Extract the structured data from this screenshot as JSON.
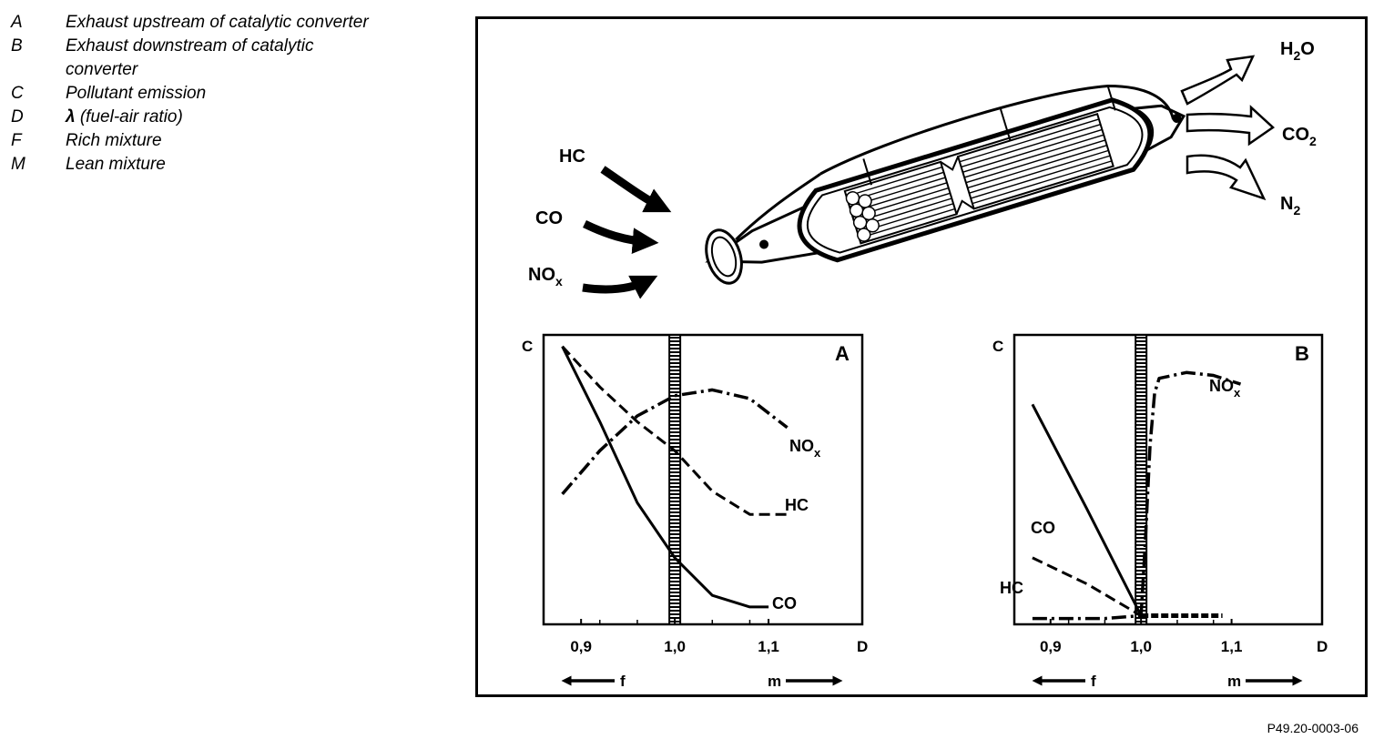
{
  "legend": [
    {
      "key": "A",
      "text": "Exhaust upstream of catalytic converter"
    },
    {
      "key": "B",
      "text": "Exhaust downstream of catalytic converter"
    },
    {
      "key": "C",
      "text": "Pollutant emission"
    },
    {
      "key": "D",
      "text": "(fuel-air ratio)",
      "symbol": "λ"
    },
    {
      "key": "F",
      "text": "Rich mixture"
    },
    {
      "key": "M",
      "text": "Lean mixture"
    }
  ],
  "converter": {
    "inputs": [
      "HC",
      "CO",
      "NOx"
    ],
    "outputs": [
      "H2O",
      "CO2",
      "N2"
    ]
  },
  "chart_data": [
    {
      "type": "line",
      "panel_label": "A",
      "ylabel": "C",
      "xlabel": "D",
      "x_ticks": [
        "0,9",
        "1,0",
        "1,1"
      ],
      "xlim": [
        0.86,
        1.2
      ],
      "ylim": [
        0,
        1
      ],
      "rich_label": "f",
      "lean_label": "m",
      "series": [
        {
          "name": "CO",
          "style": "solid",
          "x": [
            0.88,
            0.92,
            0.96,
            1.0,
            1.04,
            1.08,
            1.1
          ],
          "y": [
            0.96,
            0.7,
            0.42,
            0.23,
            0.1,
            0.06,
            0.06
          ]
        },
        {
          "name": "HC",
          "style": "dashed",
          "x": [
            0.88,
            0.92,
            0.96,
            1.0,
            1.04,
            1.08,
            1.12
          ],
          "y": [
            0.96,
            0.82,
            0.7,
            0.6,
            0.46,
            0.38,
            0.38
          ]
        },
        {
          "name": "NOx",
          "style": "dash-dot",
          "x": [
            0.88,
            0.92,
            0.96,
            1.0,
            1.04,
            1.08,
            1.12
          ],
          "y": [
            0.45,
            0.6,
            0.72,
            0.79,
            0.81,
            0.78,
            0.68
          ]
        }
      ]
    },
    {
      "type": "line",
      "panel_label": "B",
      "ylabel": "C",
      "xlabel": "D",
      "x_ticks": [
        "0,9",
        "1,0",
        "1,1"
      ],
      "xlim": [
        0.86,
        1.2
      ],
      "ylim": [
        0,
        1
      ],
      "rich_label": "f",
      "lean_label": "m",
      "series": [
        {
          "name": "CO",
          "style": "solid",
          "x": [
            0.88,
            0.94,
            1.0
          ],
          "y": [
            0.76,
            0.4,
            0.03
          ]
        },
        {
          "name": "HC",
          "style": "dashed",
          "x": [
            0.88,
            0.94,
            1.0
          ],
          "y": [
            0.23,
            0.14,
            0.03
          ]
        },
        {
          "name": "NOx",
          "style": "dash-dot",
          "x": [
            0.88,
            0.96,
            1.0,
            1.005,
            1.01,
            1.015,
            1.02,
            1.05,
            1.08,
            1.11
          ],
          "y": [
            0.02,
            0.02,
            0.03,
            0.3,
            0.62,
            0.8,
            0.85,
            0.87,
            0.86,
            0.83
          ]
        },
        {
          "name": "",
          "style": "dotted-bold",
          "x": [
            1.0,
            1.09
          ],
          "y": [
            0.03,
            0.03
          ]
        }
      ]
    }
  ],
  "reference": "P49.20-0003-06"
}
